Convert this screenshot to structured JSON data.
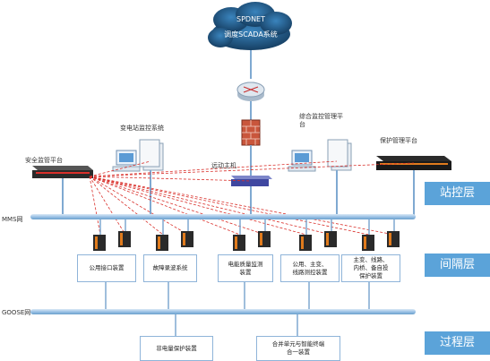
{
  "cloud": {
    "line1": "SPDNET",
    "line2": "调度SCADA系统"
  },
  "station_labels": {
    "security_platform": "安全监管平台",
    "substation_monitoring": "变电站监控系统",
    "remote_host": "远动主机",
    "integrated_monitoring": "综合监控管理平台",
    "protection_platform": "保护管理平台"
  },
  "networks": {
    "mms": "MMS网",
    "goose": "GOOSE网"
  },
  "layers": {
    "station": "站控层",
    "bay": "间隔层",
    "process": "过程层"
  },
  "bay_boxes": [
    "公用接口装置",
    "故障录波系统",
    "电能质量监测\n装置",
    "公用、主变、\n线路测控装置",
    "主变、线路、\n内桥、备自投\n保护装置"
  ],
  "process_boxes": [
    "非电量保护装置",
    "合并单元与智能终端\n合一装置"
  ],
  "colors": {
    "layer_band": "#5ba3d9",
    "network_bar": "#9dc3e6",
    "red_dashed": "#d9302b",
    "cloud": "#1f5f8f"
  },
  "icons": [
    "cloud-icon",
    "router-icon",
    "firewall-icon",
    "workstation-icon",
    "server-rack-icon",
    "switch-icon"
  ]
}
